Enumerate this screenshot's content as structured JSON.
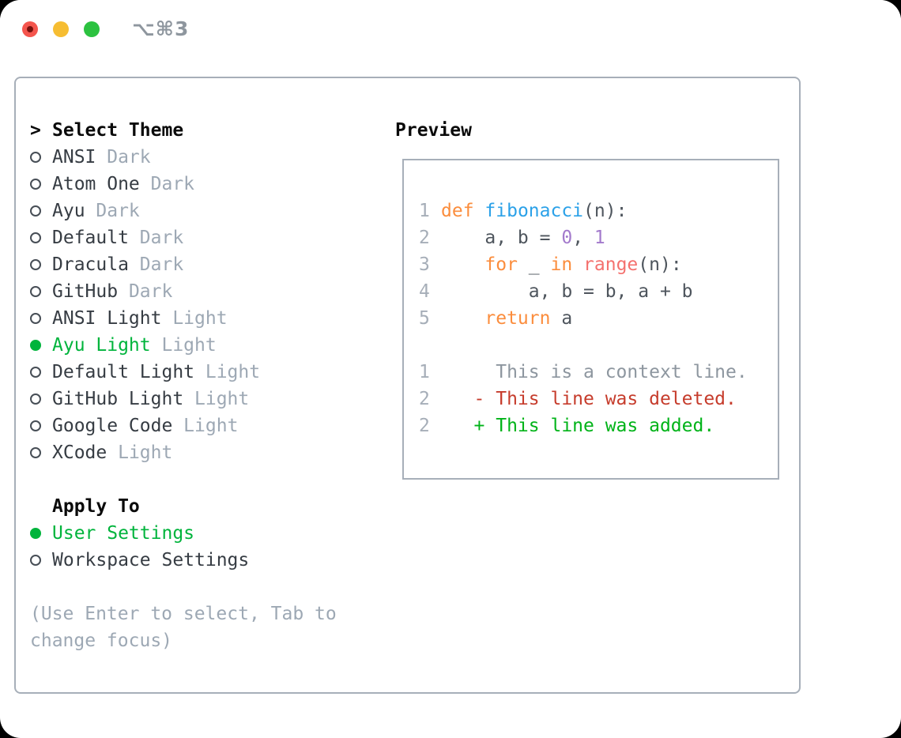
{
  "window": {
    "titlebar": {
      "shortcut_label": "⌥⌘3",
      "traffic_lights": [
        "close",
        "minimize",
        "zoom"
      ]
    }
  },
  "theme_panel": {
    "prompt_icon": ">",
    "title": "Select Theme",
    "themes": [
      {
        "name": "ANSI",
        "variant": "Dark",
        "selected": false
      },
      {
        "name": "Atom One",
        "variant": "Dark",
        "selected": false
      },
      {
        "name": "Ayu",
        "variant": "Dark",
        "selected": false
      },
      {
        "name": "Default",
        "variant": "Dark",
        "selected": false
      },
      {
        "name": "Dracula",
        "variant": "Dark",
        "selected": false
      },
      {
        "name": "GitHub",
        "variant": "Dark",
        "selected": false
      },
      {
        "name": "ANSI Light",
        "variant": "Light",
        "selected": false
      },
      {
        "name": "Ayu Light",
        "variant": "Light",
        "selected": true
      },
      {
        "name": "Default Light",
        "variant": "Light",
        "selected": false
      },
      {
        "name": "GitHub Light",
        "variant": "Light",
        "selected": false
      },
      {
        "name": "Google Code",
        "variant": "Light",
        "selected": false
      },
      {
        "name": "XCode",
        "variant": "Light",
        "selected": false
      }
    ],
    "apply_to": {
      "title": "Apply To",
      "options": [
        {
          "label": "User Settings",
          "selected": true
        },
        {
          "label": "Workspace Settings",
          "selected": false
        }
      ]
    },
    "help_text": "(Use Enter to select, Tab to change focus)"
  },
  "preview": {
    "title": "Preview",
    "code_lines": [
      {
        "num": "1",
        "tokens": [
          [
            "kw",
            "def"
          ],
          [
            "pl",
            " "
          ],
          [
            "fn",
            "fibonacci"
          ],
          [
            "pl",
            "(n):"
          ]
        ]
      },
      {
        "num": "2",
        "tokens": [
          [
            "pl",
            "    a, b = "
          ],
          [
            "num",
            "0"
          ],
          [
            "pl",
            ", "
          ],
          [
            "num",
            "1"
          ]
        ]
      },
      {
        "num": "3",
        "tokens": [
          [
            "pl",
            "    "
          ],
          [
            "kw",
            "for"
          ],
          [
            "pl",
            " _ "
          ],
          [
            "kw",
            "in"
          ],
          [
            "pl",
            " "
          ],
          [
            "call",
            "range"
          ],
          [
            "pl",
            "(n):"
          ]
        ]
      },
      {
        "num": "4",
        "tokens": [
          [
            "pl",
            "        a, b = b, a + b"
          ]
        ]
      },
      {
        "num": "5",
        "tokens": [
          [
            "pl",
            "    "
          ],
          [
            "kw",
            "return"
          ],
          [
            "pl",
            " a"
          ]
        ]
      }
    ],
    "diff_lines": [
      {
        "num": "1",
        "kind": "context",
        "text": "     This is a context line."
      },
      {
        "num": "2",
        "kind": "deleted",
        "text": "   - This line was deleted."
      },
      {
        "num": "2",
        "kind": "added",
        "text": "   + This line was added."
      }
    ]
  },
  "colors": {
    "selection_green": "#00b43c",
    "diff_added_green": "#00b318",
    "diff_deleted_red": "#c63c2c",
    "syntax_keyword_orange": "#fb8d3d",
    "syntax_function_blue": "#2ba1e8",
    "syntax_number_purple": "#a37acc",
    "syntax_call_pink": "#f4716e",
    "muted_gray": "#9da8b4",
    "panel_border": "#a7afb9",
    "traffic_red": "#f4554d",
    "traffic_yellow": "#f6bd32",
    "traffic_green": "#2cc240"
  }
}
